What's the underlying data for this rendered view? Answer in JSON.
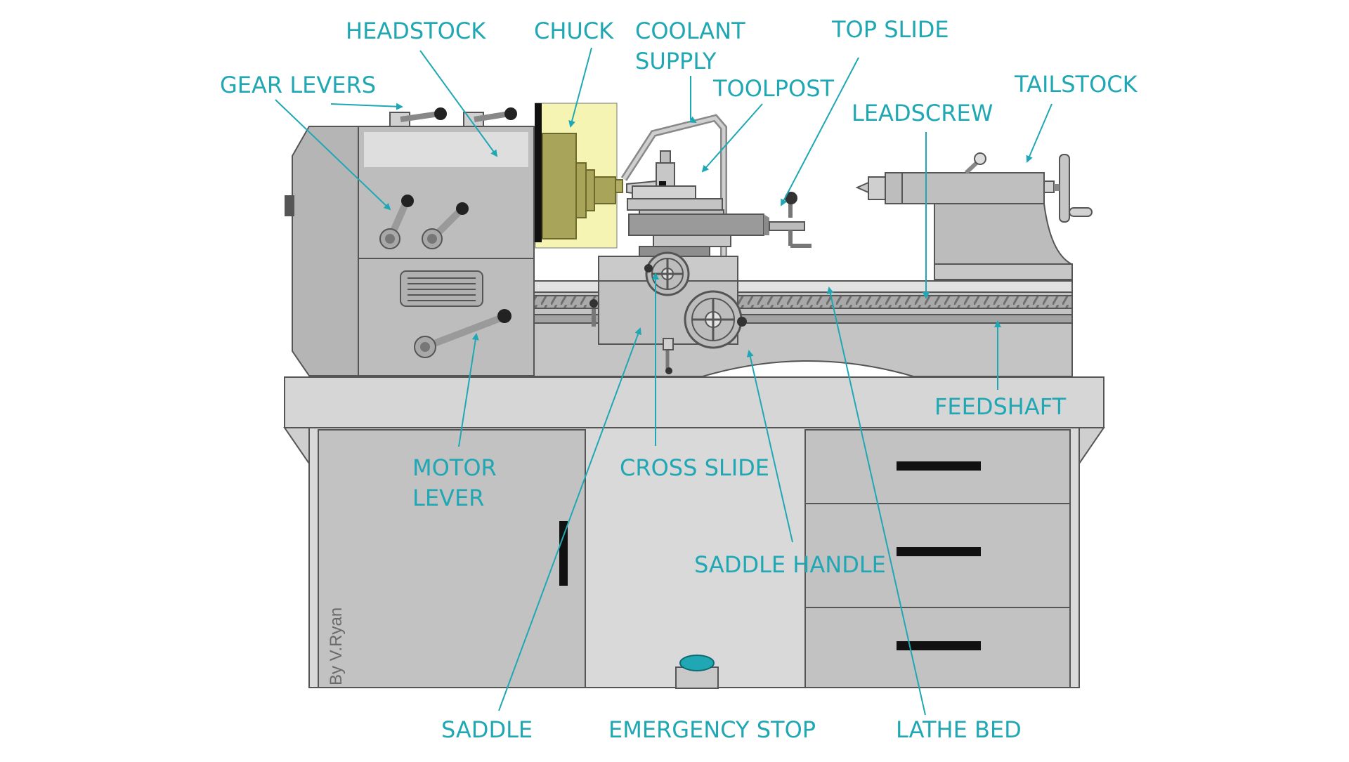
{
  "diagram": {
    "labels": {
      "headstock": "HEADSTOCK",
      "chuck": "CHUCK",
      "coolant_line1": "COOLANT",
      "coolant_line2": "SUPPLY",
      "top_slide": "TOP SLIDE",
      "gear_levers": "GEAR LEVERS",
      "toolpost": "TOOLPOST",
      "tailstock": "TAILSTOCK",
      "leadscrew": "LEADSCREW",
      "feedshaft": "FEEDSHAFT",
      "motor_line1": "MOTOR",
      "motor_line2": "LEVER",
      "cross_slide": "CROSS SLIDE",
      "saddle_handle": "SADDLE HANDLE",
      "saddle": "SADDLE",
      "emergency_stop": "EMERGENCY STOP",
      "lathe_bed": "LATHE BED"
    },
    "credit": "By V.Ryan",
    "colors": {
      "label": "#1fa8b4",
      "machine_body": "#bfbfbf",
      "machine_light": "#d6d6d6",
      "machine_dark": "#8e8e8e",
      "chuck_highlight": "#f6f4b2",
      "chuck_body": "#a8a55a",
      "emergency_button": "#1fa8b4"
    }
  }
}
